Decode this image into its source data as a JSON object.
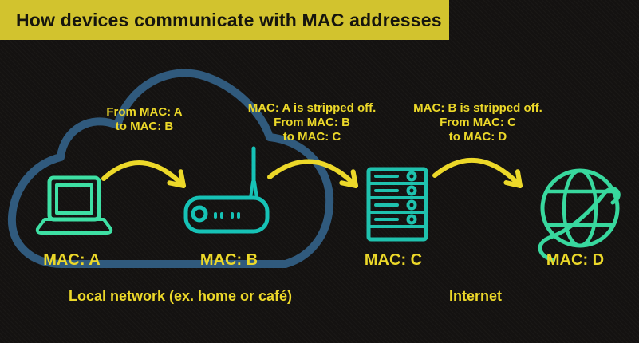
{
  "title": {
    "text": "How devices communicate with MAC addresses"
  },
  "annotations": {
    "hop1": {
      "lines": [
        "From MAC: A",
        "to MAC: B"
      ]
    },
    "hop2": {
      "lines": [
        "MAC: A is stripped off.",
        "From MAC: B",
        "to MAC: C"
      ]
    },
    "hop3": {
      "lines": [
        "MAC: B is stripped off.",
        "From MAC: C",
        "to MAC: D"
      ]
    }
  },
  "devices": [
    {
      "id": "laptop",
      "icon": "laptop-icon",
      "label": "MAC: A",
      "color": "#3ee0a4"
    },
    {
      "id": "router",
      "icon": "router-icon",
      "label": "MAC: B",
      "color": "#16c2b6"
    },
    {
      "id": "server",
      "icon": "server-icon",
      "label": "MAC: C",
      "color": "#1fc2ae"
    },
    {
      "id": "globe",
      "icon": "globe-icon",
      "label": "MAC: D",
      "color": "#38d89e"
    }
  ],
  "zones": {
    "local_network": "Local network (ex.  home or café)",
    "internet": "Internet"
  },
  "colors": {
    "background": "#141211",
    "banner": "#d2c32e",
    "banner_text": "#16150e",
    "accent_yellow": "#ecd829",
    "cloud_outline": "#305a7d"
  }
}
